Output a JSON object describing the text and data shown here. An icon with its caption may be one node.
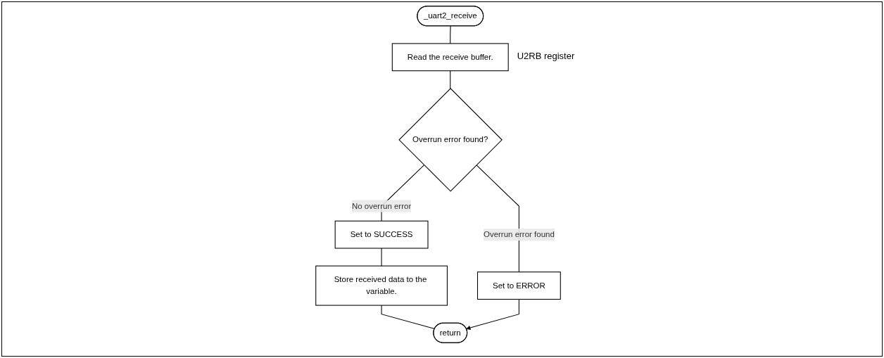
{
  "diagram": {
    "nodes": [
      {
        "text": [
          "_uart2_receive"
        ]
      },
      {
        "text": [
          "Read the receive buffer."
        ],
        "beside": [
          "U2RB register"
        ]
      },
      {
        "text": [
          "Overrun error found?"
        ]
      },
      {
        "text": [
          "Set to SUCCESS"
        ]
      },
      {
        "text": [
          "Set to ERROR"
        ]
      },
      {
        "text": [
          "Store received data to the variable."
        ]
      },
      {
        "text": [
          "return"
        ]
      }
    ],
    "edges": [
      {
        "from": 0,
        "to": 1,
        "arrow": "none"
      },
      {
        "from": 1,
        "to": 2,
        "arrow": "none"
      },
      {
        "from": 2,
        "to": 3,
        "arrow": "none",
        "label": "No overrun error"
      },
      {
        "from": 2,
        "to": 4,
        "arrow": "none",
        "label": "Overrun error found"
      },
      {
        "from": 3,
        "to": 5,
        "arrow": "none"
      },
      {
        "from": 5,
        "to": 6,
        "arrow": "none"
      },
      {
        "from": 4,
        "to": 6,
        "arrow": "to"
      }
    ]
  }
}
